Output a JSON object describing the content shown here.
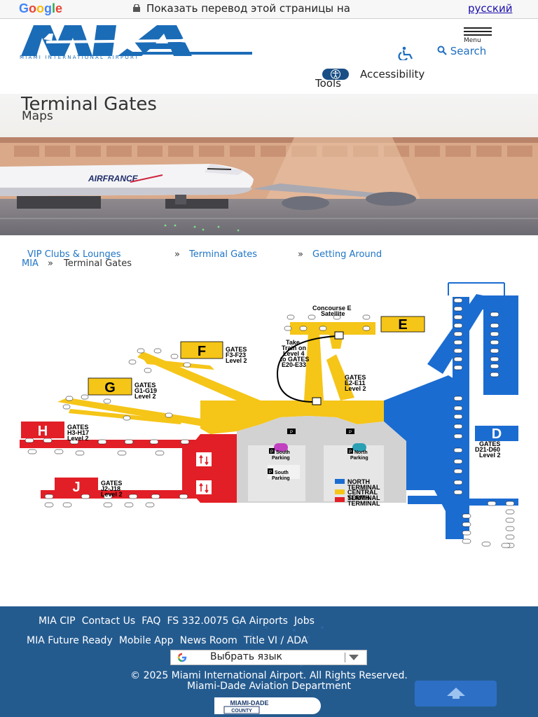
{
  "translate_bar": {
    "logo": "Google",
    "message": "Показать перевод этой страницы на",
    "language": "русский",
    "colors": {
      "g_blue": "#4285f4",
      "g_red": "#ea4335",
      "g_yellow": "#fbbc05",
      "g_green": "#34a853"
    }
  },
  "header": {
    "logo_text": "MIA",
    "logo_subtitle": "MIAMI INTERNATIONAL AIRPORT",
    "menu_label": "Menu",
    "search_label": "Search",
    "accessibility_label": "Accessibility",
    "accessibility_label2": "Tools",
    "brand_color": "#1b6cb7"
  },
  "hero": {
    "title": "Terminal Gates",
    "subtitle": "Maps",
    "plane_text": "AIRFRANCE"
  },
  "breadcrumb": {
    "items": [
      "VIP Clubs & Lounges",
      "Terminal Gates",
      "Getting Around MIA"
    ],
    "item3_part1": "Getting Around",
    "item3_part2": "MIA",
    "separator": "»",
    "current": "Terminal Gates"
  },
  "map": {
    "concourse_e_title_1": "Concourse E",
    "concourse_e_title_2": "Satellite",
    "train_note": [
      "Take",
      "Train on",
      "Level 4",
      "to GATES",
      "E20-E33"
    ],
    "concourses": [
      {
        "letter": "E",
        "lines": [
          "GATES",
          "E2-E11",
          "Level 2"
        ]
      },
      {
        "letter": "F",
        "lines": [
          "GATES",
          "F3-F23",
          "Level 2"
        ]
      },
      {
        "letter": "G",
        "lines": [
          "GATES",
          "G1-G19",
          "Level 2"
        ]
      },
      {
        "letter": "H",
        "lines": [
          "GATES",
          "H3-H17",
          "Level 2"
        ]
      },
      {
        "letter": "J",
        "lines": [
          "GATES",
          "J2-J18",
          "Level 2"
        ]
      },
      {
        "letter": "D",
        "lines": [
          "GATES",
          "D21-D60",
          "Level 2"
        ]
      }
    ],
    "parking": [
      "South Parking",
      "North Parking",
      "South Parking"
    ],
    "parking_lines": {
      "sp1": [
        "South",
        "Parking"
      ],
      "np": [
        "North",
        "Parking"
      ],
      "sp2": [
        "South",
        "Parking"
      ]
    },
    "legend": [
      {
        "label": "NORTH TERMINAL",
        "color": "#1b6cd1"
      },
      {
        "label": "CENTRAL TERMINAL",
        "color": "#f5c518"
      },
      {
        "label": "SOUTH TERMINAL",
        "color": "#e21f26"
      }
    ],
    "legend_lines": [
      [
        "NORTH",
        "TERMINAL"
      ],
      [
        "CENTRAL",
        "TERMINAL"
      ],
      [
        "SOUTH",
        "TERMINAL"
      ]
    ],
    "terminal_colors": {
      "north": "#1b6cd1",
      "central": "#f5c518",
      "south": "#e21f26",
      "core": "#d2d2d2"
    }
  },
  "footer": {
    "links_row1": [
      "MIA CIP",
      "Contact Us",
      "FAQ",
      "FS 332.0075 GA Airports",
      "Jobs"
    ],
    "links_row2": [
      "MIA Future Ready",
      "Mobile App",
      "News Room",
      "Title VI / ADA"
    ],
    "language_select": "Выбрать язык",
    "copyright": "© 2025 Miami International Airport. All Rights Reserved.",
    "department": "Miami-Dade Aviation Department",
    "county_logo_1": "MIAMI-DADE",
    "county_logo_2": "COUNTY",
    "bg_color": "#245b8f"
  }
}
